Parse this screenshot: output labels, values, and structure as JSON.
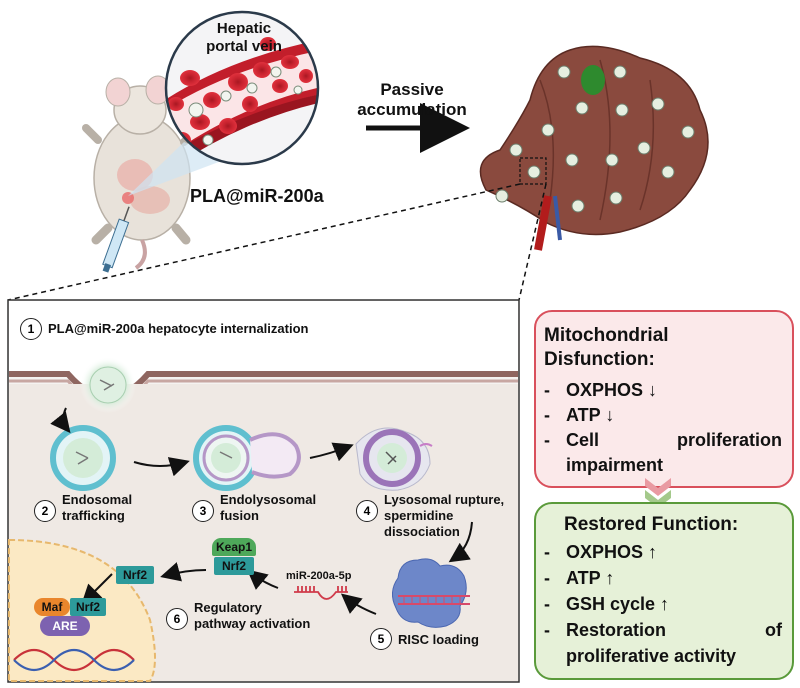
{
  "top": {
    "portal_label": "Hepatic\nportal vein",
    "nanoparticle_label": "PLA@miR-200a",
    "passive_label": "Passive\naccumulation"
  },
  "panel": {
    "step1": {
      "num": "1",
      "text": "PLA@miR-200a hepatocyte internalization"
    },
    "step2": {
      "num": "2",
      "text": "Endosomal\ntrafficking"
    },
    "step3": {
      "num": "3",
      "text": "Endolysosomal\nfusion"
    },
    "step4": {
      "num": "4",
      "text": "Lysosomal rupture,\nspermidine\ndissociation"
    },
    "step5": {
      "num": "5",
      "text": "RISC loading"
    },
    "step6": {
      "num": "6",
      "text": "Regulatory\npathway activation"
    },
    "mirna_label": "miR-200a-5p",
    "keap1": "Keap1",
    "nrf2": "Nrf2",
    "maf": "Maf",
    "are": "ARE"
  },
  "dysfunction_box": {
    "title": "Mitochondrial\nDisfunction:",
    "items": [
      "OXPHOS ↓",
      "ATP ↓",
      "Cell proliferation impairment"
    ],
    "item3_a": "Cell",
    "item3_b": "proliferation",
    "item3_c": "impairment",
    "color": "#d9505c",
    "fill": "#fbe9ea"
  },
  "restored_box": {
    "title": "Restored Function:",
    "items": [
      "OXPHOS ↑",
      "ATP ↑",
      "GSH cycle ↑",
      "Restoration of proliferative activity"
    ],
    "item4_a": "Restoration",
    "item4_b": "of",
    "item4_c": "proliferative activity",
    "color": "#5a9a3a",
    "fill": "#e6f1d8"
  },
  "bullet": "-"
}
